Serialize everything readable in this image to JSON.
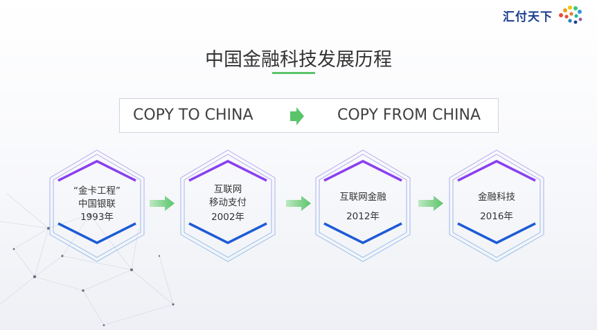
{
  "logo": {
    "text": "汇付天下",
    "icon": "colorful-dot-swirl-logo"
  },
  "title": "中国金融科技发展历程",
  "copy_banner": {
    "left": "COPY TO CHINA",
    "right": "COPY FROM CHINA",
    "arrow_icon": "green-right-arrow-icon"
  },
  "stages": [
    {
      "line1": "“金卡工程”",
      "line2": "中国银联",
      "year": "1993年"
    },
    {
      "line1": "互联网",
      "line2": "移动支付",
      "year": "2002年"
    },
    {
      "line1": "互联网金融",
      "line2": "",
      "year": "2012年"
    },
    {
      "line1": "金融科技",
      "line2": "",
      "year": "2016年"
    }
  ],
  "colors": {
    "accent_green": "#5ac46a",
    "hex_purple": "#8a3ff0",
    "hex_blue": "#1e5bd6",
    "hex_outline": "#a9b8e8",
    "logo_blue": "#1a3c8f"
  }
}
